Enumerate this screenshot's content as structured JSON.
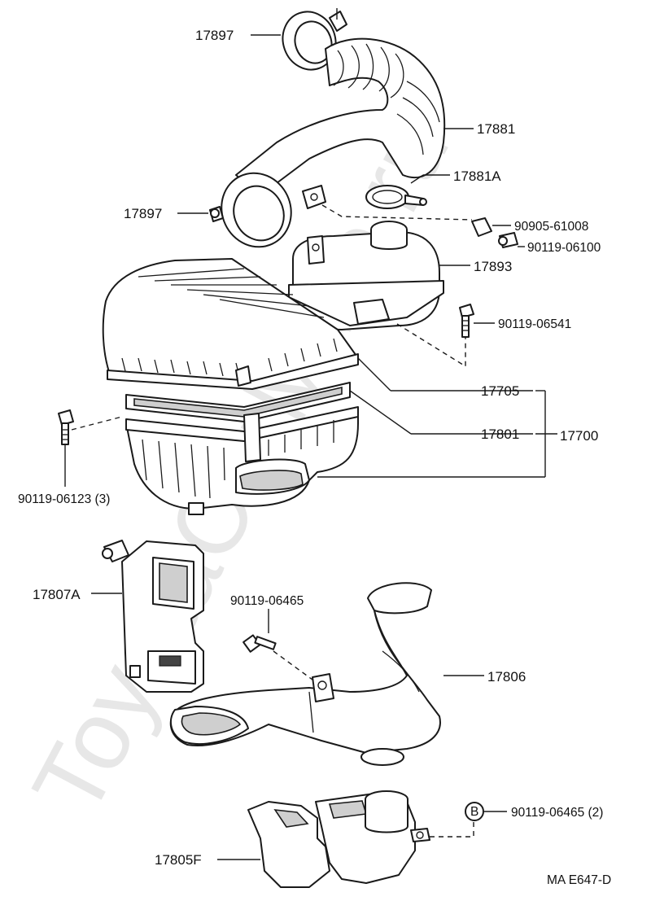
{
  "labels": {
    "hose_clamp_top": "17897",
    "intake_hose": "17881",
    "clamp_17881a": "17881A",
    "hose_clamp_left": "17897",
    "part_90905_61008": "90905-61008",
    "bolt_90119_06100": "90119-06100",
    "resonator": "17893",
    "bolt_90119_06541": "90119-06541",
    "cleaner_cap": "17705",
    "element": "17801",
    "cleaner_assy": "17700",
    "bolt_90119_06123": "90119-06123 (3)",
    "duct_17807a": "17807A",
    "bolt_90119_06465": "90119-06465",
    "inlet_duct": "17806",
    "bolt_b_ref": "90119-06465 (2)",
    "ref_b_marker": "B",
    "lower_duct": "17805F",
    "figure_code": "MA E647-D"
  },
  "watermark": "ToyotaCarMine.ru",
  "colors": {
    "ink": "#1a1a1a",
    "paper": "#ffffff",
    "watermark": "#bdbdbd"
  }
}
